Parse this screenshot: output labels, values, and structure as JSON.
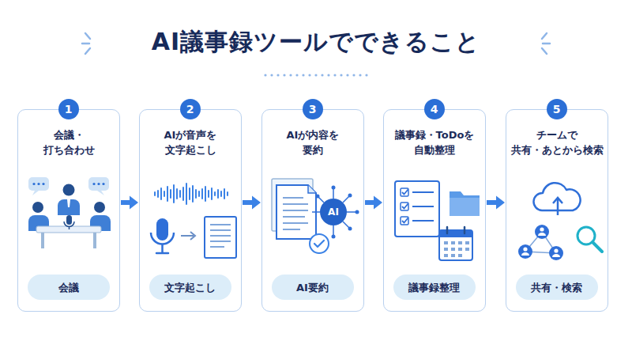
{
  "diagram": {
    "title": "AI議事録ツールでできること",
    "nodes": [
      {
        "text": [
          "会議・ 打ち合わせ"
        ]
      },
      {
        "text": [
          "1"
        ],
        "in": 0
      },
      {
        "text": [
          "会議"
        ],
        "in": 0
      },
      {
        "text": [
          "AIが音声を 文字起こし"
        ]
      },
      {
        "text": [
          "2"
        ],
        "in": 3
      },
      {
        "text": [
          "文字起こし"
        ],
        "in": 3
      },
      {
        "text": [
          "AIが内容を 要約"
        ]
      },
      {
        "text": [
          "3"
        ],
        "in": 6
      },
      {
        "text": [
          "AI要約"
        ],
        "in": 6
      },
      {
        "text": [
          "議事録・ToDoを 自動整理"
        ]
      },
      {
        "text": [
          "4"
        ],
        "in": 9
      },
      {
        "text": [
          "議事録整理"
        ],
        "in": 9
      },
      {
        "text": [
          "チームで 共有・あとから検索"
        ]
      },
      {
        "text": [
          "5"
        ],
        "in": 12
      },
      {
        "text": [
          "共有・検索"
        ],
        "in": 12
      }
    ],
    "edges": [
      {
        "from": 0,
        "to": 3,
        "arrow": "to"
      },
      {
        "from": 3,
        "to": 6,
        "arrow": "to"
      },
      {
        "from": 6,
        "to": 9,
        "arrow": "to"
      },
      {
        "from": 9,
        "to": 12,
        "arrow": "to"
      }
    ],
    "labels": [
      "AI"
    ]
  }
}
